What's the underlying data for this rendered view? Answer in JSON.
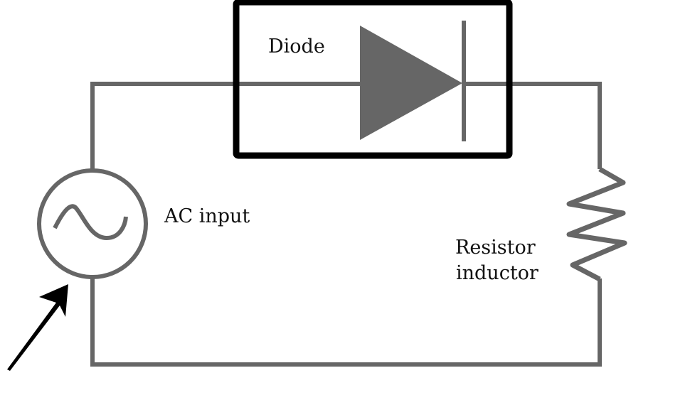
{
  "labels": {
    "diode": "Diode",
    "ac_input": "AC input",
    "resistor_line1": "Resistor",
    "resistor_line2": "inductor"
  },
  "colors": {
    "wire": "#666666",
    "highlight_box": "#000000",
    "arrow": "#000000",
    "background": "#ffffff"
  },
  "components": [
    "ac-source",
    "diode",
    "resistor-inductor"
  ]
}
